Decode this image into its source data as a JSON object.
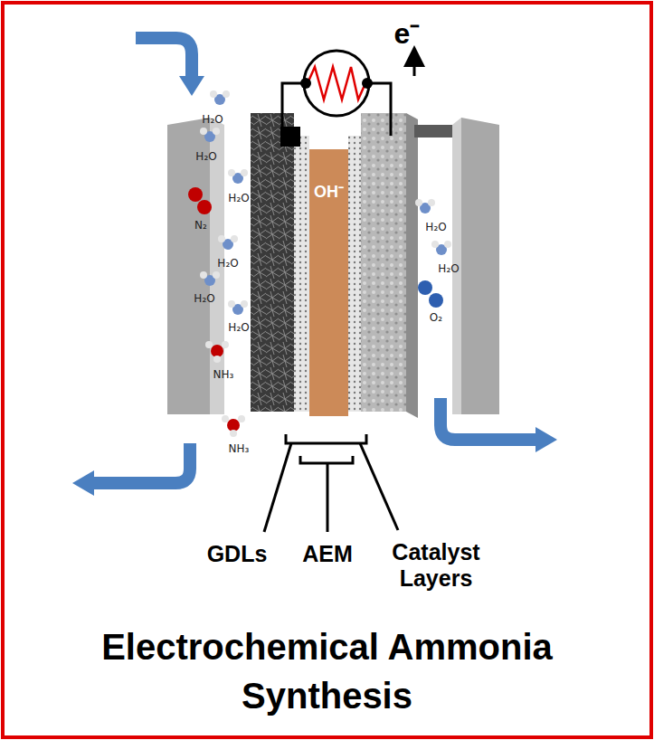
{
  "diagram": {
    "title": "Electrochemical Ammonia Synthesis",
    "nodes": [
      {
        "text": [
          "OH⁻"
        ]
      }
    ],
    "labels": [
      "H₂O",
      "H₂O",
      "H₂O",
      "N₂",
      "H₂O",
      "H₂O",
      "H₂O",
      "NH₃",
      "NH₃",
      "H₂O",
      "H₂O",
      "O₂",
      "e⁻",
      "GDLs",
      "AEM",
      "Catalyst Layers"
    ]
  }
}
